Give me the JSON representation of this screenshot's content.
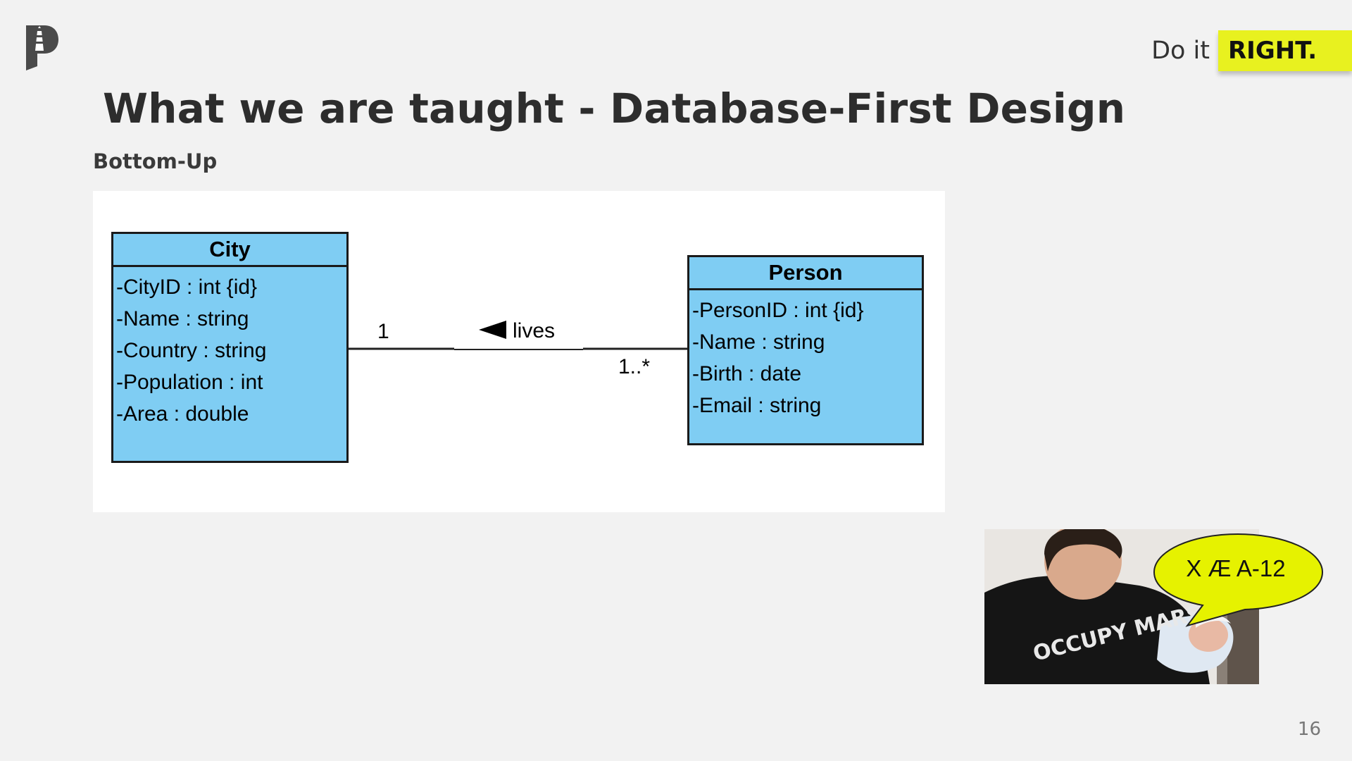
{
  "header": {
    "tagline_prefix": "Do it",
    "tagline_highlight": "RIGHT."
  },
  "slide": {
    "title": "What we are taught - Database-First Design",
    "subtitle": "Bottom-Up",
    "page_number": "16"
  },
  "diagram": {
    "classes": [
      {
        "name": "City",
        "attributes": [
          "-CityID : int {id}",
          "-Name : string",
          "-Country : string",
          "-Population : int",
          "-Area : double"
        ]
      },
      {
        "name": "Person",
        "attributes": [
          "-PersonID : int {id}",
          "-Name : string",
          "-Birth : date",
          "-Email : string"
        ]
      }
    ],
    "association": {
      "label": "lives",
      "left_multiplicity": "1",
      "right_multiplicity": "1..*",
      "direction_icon": "triangle-left-icon"
    },
    "colors": {
      "class_fill": "#7fcdf3",
      "class_border": "#1a1a1a"
    }
  },
  "photo": {
    "shirt_text": "OCCUPY MARS",
    "speech_bubble": "X Æ A-12"
  },
  "colors": {
    "accent": "#e8f11f",
    "background": "#f2f2f2",
    "title": "#2d2d2d"
  }
}
